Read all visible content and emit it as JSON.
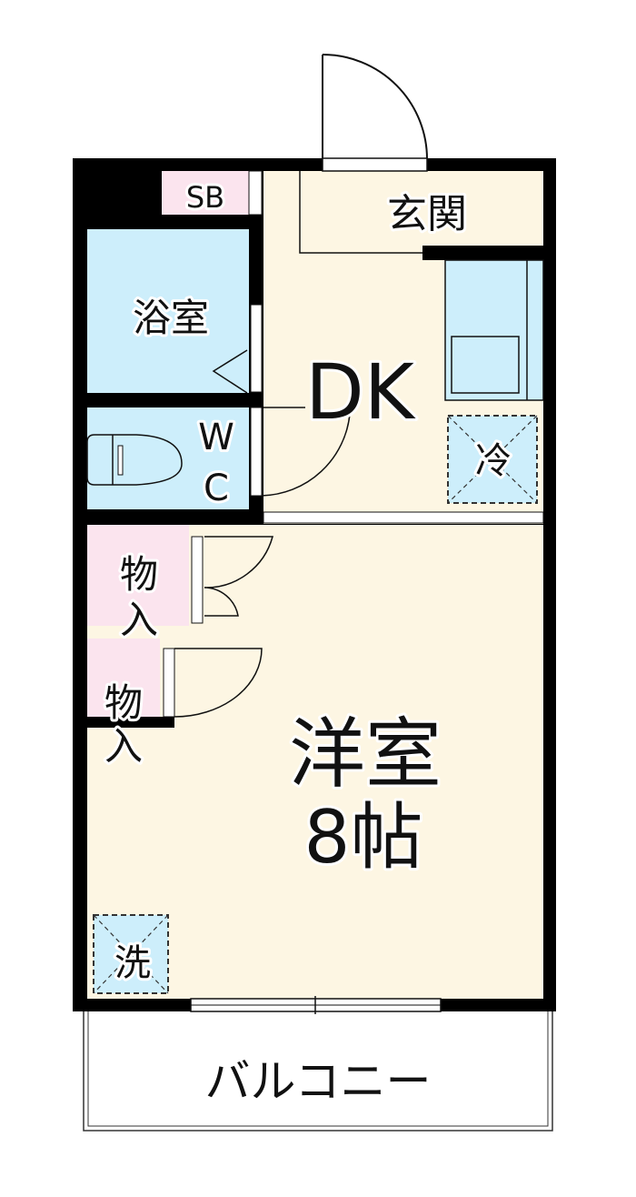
{
  "colors": {
    "living": "#fdf6e3",
    "wet": "#cdeefb",
    "storage": "#fbe4ee",
    "wall": "#000000"
  },
  "rooms": {
    "shoe_box": "SB",
    "entrance": "玄関",
    "bath": "浴室",
    "dining_kitchen": "DK",
    "wc_w": "W",
    "wc_c": "C",
    "fridge": "冷",
    "storage1_a": "物",
    "storage1_b": "入",
    "storage2_a": "物",
    "storage2_b": "入",
    "western_room": "洋室",
    "western_room_size": "8帖",
    "washer": "洗",
    "balcony": "バルコニー"
  }
}
